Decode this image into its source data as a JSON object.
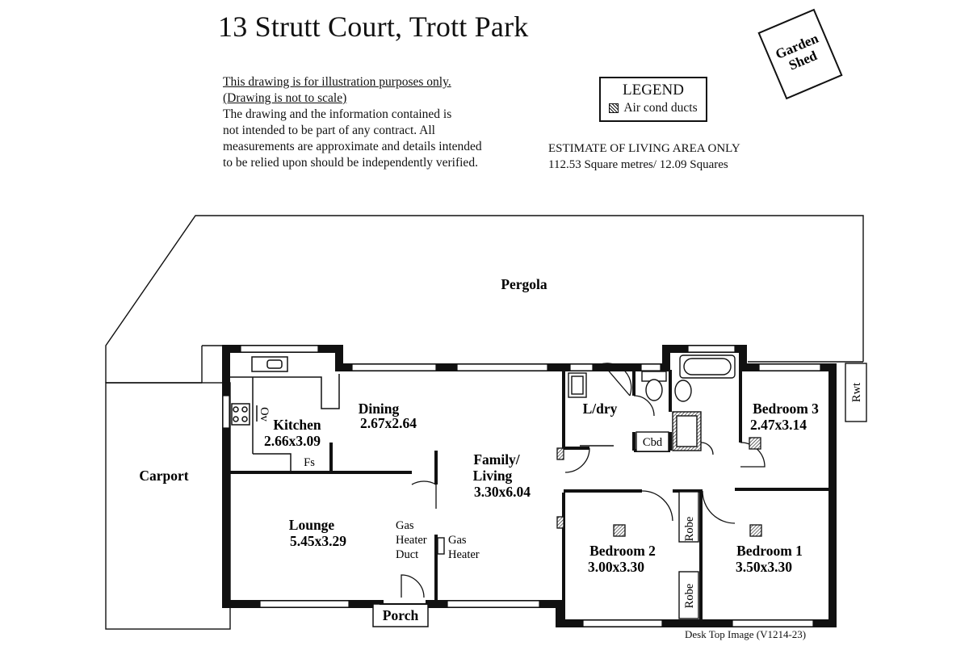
{
  "title": "13 Strutt Court, Trott Park",
  "disclaimer": {
    "underlined": [
      "This drawing is for illustration purposes only.",
      "(Drawing is not to scale)"
    ],
    "body": [
      "The drawing and the information contained is",
      "not intended to be part of any contract.  All",
      "measurements are approximate and details intended",
      "to be relied upon should be independently verified."
    ]
  },
  "legend": {
    "title": "LEGEND",
    "item_label": "Air cond ducts"
  },
  "estimate": {
    "heading": "ESTIMATE OF LIVING AREA ONLY",
    "value": "112.53 Square metres/ 12.09 Squares"
  },
  "outdoor": {
    "pergola": "Pergola",
    "carport": "Carport",
    "porch": "Porch",
    "garden_shed": [
      "Garden",
      "Shed"
    ],
    "rwt": "Rwt"
  },
  "rooms": {
    "kitchen": {
      "name": "Kitchen",
      "size": "2.66x3.09"
    },
    "dining": {
      "name": "Dining",
      "size": "2.67x2.64"
    },
    "family": {
      "name1": "Family/",
      "name2": "Living",
      "size": "3.30x6.04"
    },
    "lounge": {
      "name": "Lounge",
      "size": "5.45x3.29"
    },
    "laundry": {
      "name": "L/dry"
    },
    "bedroom3": {
      "name": "Bedroom 3",
      "size": "2.47x3.14"
    },
    "bedroom2": {
      "name": "Bedroom 2",
      "size": "3.00x3.30"
    },
    "bedroom1": {
      "name": "Bedroom 1",
      "size": "3.50x3.30"
    }
  },
  "fixtures": {
    "oven": "Ov",
    "fridge": "Fs",
    "cupboard": "Cbd",
    "robe": "Robe",
    "gas_duct": [
      "Gas",
      "Heater",
      "Duct"
    ],
    "gas_heater": [
      "Gas",
      "Heater"
    ]
  },
  "footer": "Desk Top Image   (V1214-23)"
}
